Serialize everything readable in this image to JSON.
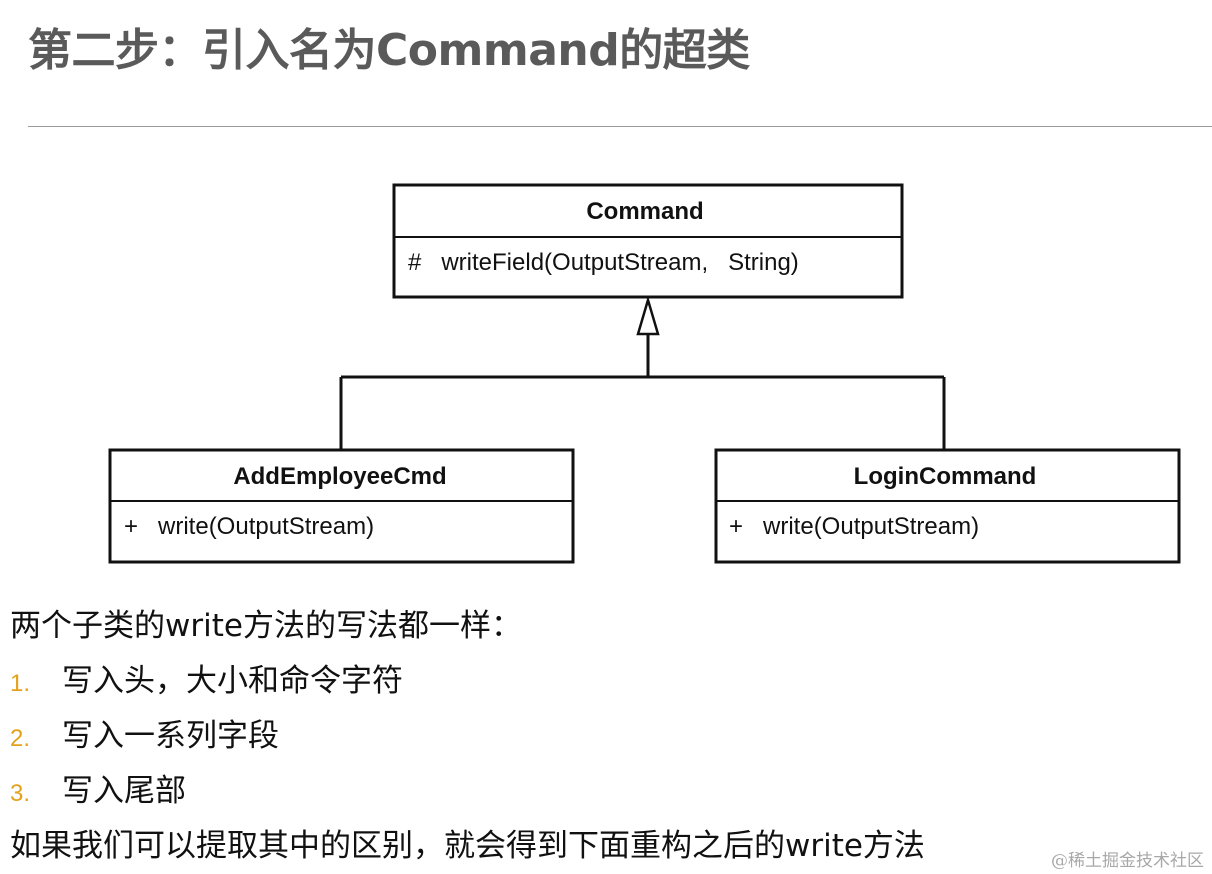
{
  "title": "第二步：引入名为Command的超类",
  "diagram": {
    "superclass": {
      "name": "Command",
      "operation": "#   writeField(OutputStream,   String)"
    },
    "subclasses": [
      {
        "name": "AddEmployeeCmd",
        "operation": "+   write(OutputStream)"
      },
      {
        "name": "LoginCommand",
        "operation": "+   write(OutputStream)"
      }
    ]
  },
  "intro": "两个子类的write方法的写法都一样：",
  "steps": [
    {
      "num": "1.",
      "text": "写入头，大小和命令字符"
    },
    {
      "num": "2.",
      "text": "写入一系列字段"
    },
    {
      "num": "3.",
      "text": "写入尾部"
    }
  ],
  "conclusion": "如果我们可以提取其中的区别，就会得到下面重构之后的write方法",
  "watermark": "@稀土掘金技术社区",
  "colors": {
    "title": "#5a5a5a",
    "list_number": "#e4a11b",
    "watermark": "#a8a8a8"
  }
}
